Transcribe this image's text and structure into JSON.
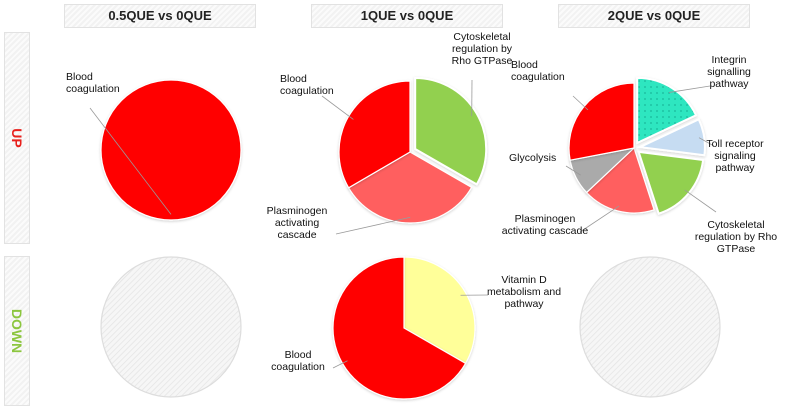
{
  "chart_data": {
    "type": "pie",
    "columns": [
      "0.5QUE vs 0QUE",
      "1QUE vs 0QUE",
      "2QUE vs 0QUE"
    ],
    "rows": [
      "UP",
      "DOWN"
    ],
    "row_colors": {
      "UP": "#e8201c",
      "DOWN": "#8cc63f"
    },
    "pies": [
      {
        "row": "UP",
        "column": "0.5QUE vs 0QUE",
        "empty": false,
        "slices": [
          {
            "label": "Blood\ncoagulation",
            "value": 100,
            "color": "#ff0000"
          }
        ]
      },
      {
        "row": "UP",
        "column": "1QUE vs 0QUE",
        "empty": false,
        "slices": [
          {
            "label": "Cytoskeletal\nregulation by\nRho GTPase",
            "value": 33.3,
            "color": "#92d050",
            "exploded": true
          },
          {
            "label": "Plasminogen\nactivating\ncascade",
            "value": 33.3,
            "color": "#ff5f5f"
          },
          {
            "label": "Blood\ncoagulation",
            "value": 33.4,
            "color": "#ff0000"
          }
        ]
      },
      {
        "row": "UP",
        "column": "2QUE vs 0QUE",
        "empty": false,
        "slices": [
          {
            "label": "Integrin\nsignalling\npathway",
            "value": 18,
            "color": "#2ee6c0",
            "exploded": true,
            "pattern": "dots"
          },
          {
            "label": "Toll receptor\nsignaling\npathway",
            "value": 9,
            "color": "#c6dcf2",
            "exploded": true
          },
          {
            "label": "Cytoskeletal\nregulation by Rho\nGTPase",
            "value": 18,
            "color": "#92d050",
            "exploded": true
          },
          {
            "label": "Plasminogen\nactivating cascade",
            "value": 18,
            "color": "#ff5f5f"
          },
          {
            "label": "Glycolysis",
            "value": 9,
            "color": "#aaaaaa"
          },
          {
            "label": "Blood\ncoagulation",
            "value": 28,
            "color": "#ff0000"
          }
        ]
      },
      {
        "row": "DOWN",
        "column": "0.5QUE vs 0QUE",
        "empty": true,
        "slices": []
      },
      {
        "row": "DOWN",
        "column": "1QUE vs 0QUE",
        "empty": false,
        "slices": [
          {
            "label": "Vitamin D\nmetabolism and\npathway",
            "value": 33.3,
            "color": "#ffff99"
          },
          {
            "label": "Blood\ncoagulation",
            "value": 66.7,
            "color": "#ff0000"
          }
        ]
      },
      {
        "row": "DOWN",
        "column": "2QUE vs 0QUE",
        "empty": true,
        "slices": []
      }
    ]
  }
}
